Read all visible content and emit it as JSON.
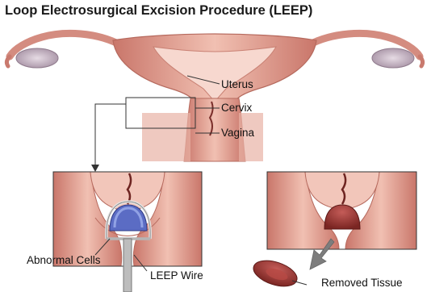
{
  "title": "Loop Electrosurgical Excision Procedure (LEEP)",
  "labels": {
    "uterus": "Uterus",
    "cervix": "Cervix",
    "vagina": "Vagina",
    "abnormal_cells": "Abnormal Cells",
    "leep_wire": "LEEP Wire",
    "removed_tissue": "Removed Tissue"
  },
  "colors": {
    "tissue": "#e8a99a",
    "tissue_dark": "#b85f55",
    "tissue_light": "#f6d5ca",
    "ovary": "#c9b7c7",
    "abnormal": "#5b6cc4",
    "wire": "#9a9a9a",
    "removed": "#8c2f2c",
    "arrow": "#7d7d7d"
  }
}
